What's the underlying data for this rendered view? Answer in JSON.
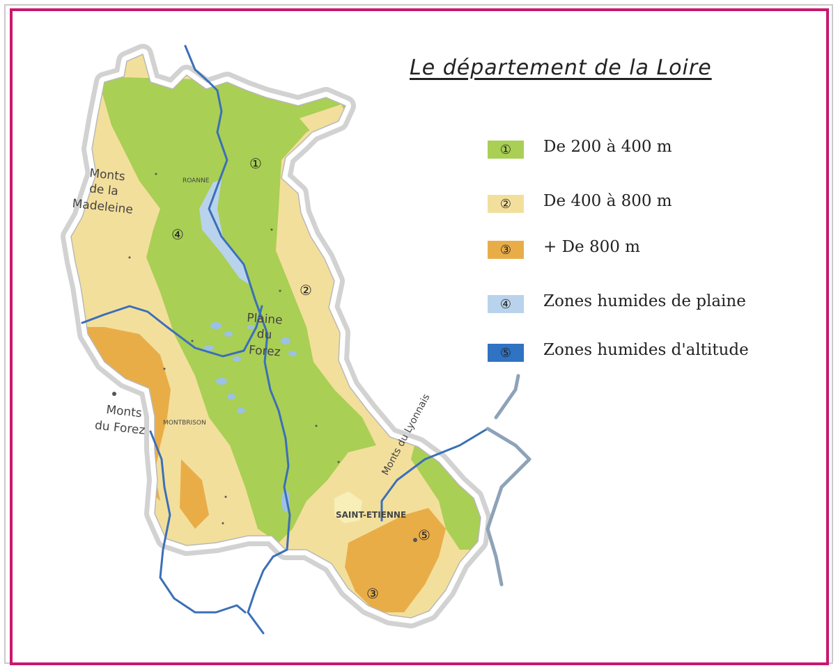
{
  "title": "Le département de la Loire",
  "colors": {
    "frame": "#c8186f",
    "plain": "#a9cf54",
    "hills": "#f3df9c",
    "mountain": "#e9ad48",
    "wet_plain": "#b9d3ec",
    "wet_altitude": "#2f73c2",
    "river": "#3b6fb8"
  },
  "legend": [
    {
      "marker": "①",
      "label": "De 200 à 400 m",
      "color": "#a9cf54"
    },
    {
      "marker": "②",
      "label": "De 400 à 800 m",
      "color": "#f3df9c"
    },
    {
      "marker": "③",
      "label": "+ De 800 m",
      "color": "#e9ad48"
    },
    {
      "marker": "④",
      "label": "Zones humides de plaine",
      "color": "#b9d3ec"
    },
    {
      "marker": "⑤",
      "label": "Zones humides d'altitude",
      "color": "#2f73c2"
    }
  ],
  "map": {
    "regions": [
      {
        "line1": "Monts",
        "line2": "de la",
        "line3": "Madeleine"
      },
      {
        "line1": "Plaine",
        "line2": "du",
        "line3": "Forez"
      },
      {
        "line1": "Monts",
        "line2": "du Forez"
      },
      {
        "line1": "Monts du Lyonnais"
      }
    ],
    "cities": [
      "ROANNE",
      "MONTBRISON",
      "SAINT-ETIENNE"
    ],
    "markers": [
      "①",
      "②",
      "③",
      "④",
      "⑤"
    ]
  }
}
